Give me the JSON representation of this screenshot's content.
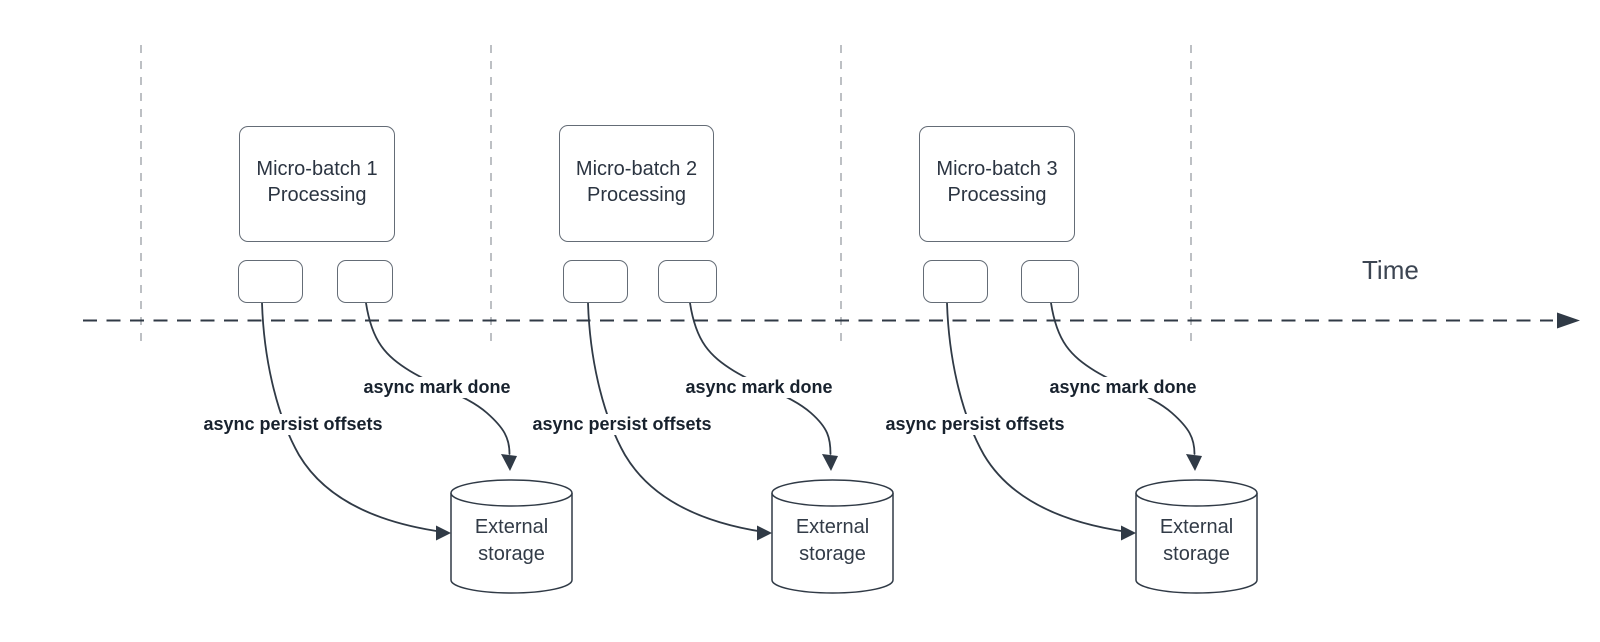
{
  "time_label": "Time",
  "groups": [
    {
      "title": "Micro-batch 1\nProcessing",
      "persist_label": "async persist offsets",
      "done_label": "async mark done",
      "storage_label": "External\nstorage"
    },
    {
      "title": "Micro-batch 2\nProcessing",
      "persist_label": "async persist offsets",
      "done_label": "async mark done",
      "storage_label": "External\nstorage"
    },
    {
      "title": "Micro-batch 3\nProcessing",
      "persist_label": "async persist offsets",
      "done_label": "async mark done",
      "storage_label": "External\nstorage"
    }
  ],
  "colors": {
    "ink": "#303a46",
    "guide": "#a7abb0",
    "box_border": "#646c76",
    "text": "#2b3441",
    "label_text": "#18222e",
    "background": "#ffffff"
  }
}
